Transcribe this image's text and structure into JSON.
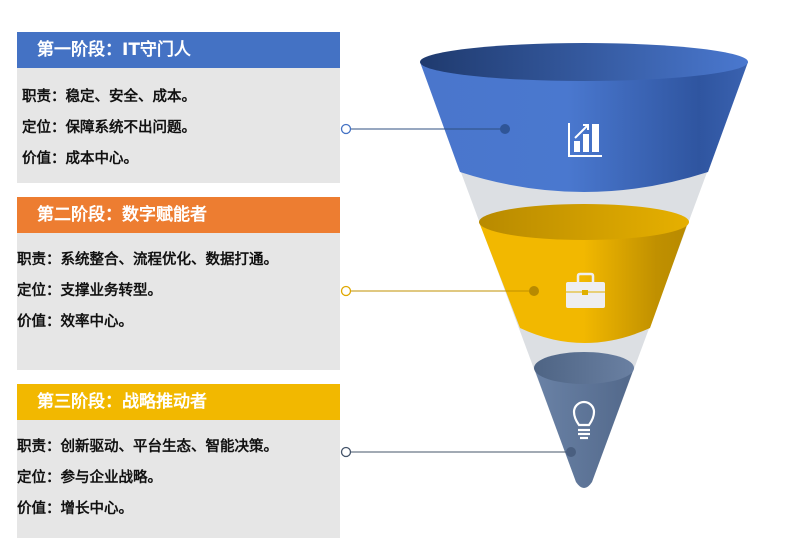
{
  "stages": [
    {
      "title": "第一阶段：IT守门人",
      "lines": [
        "职责：稳定、安全、成本。",
        "定位：保障系统不出问题。",
        "价值：成本中心。"
      ],
      "color": "#4472c4",
      "icon": "bar-chart-growth-icon"
    },
    {
      "title": "第二阶段：数字赋能者",
      "lines": [
        "职责：系统整合、流程优化、数据打通。",
        "定位：支撑业务转型。",
        "价值：效率中心。"
      ],
      "color": "#ed7d31",
      "icon": "briefcase-icon"
    },
    {
      "title": "第三阶段：战略推动者",
      "lines": [
        "职责：创新驱动、平台生态、智能决策。",
        "定位：参与企业战略。",
        "价值：增长中心。"
      ],
      "color": "#f2b800",
      "icon": "lightbulb-icon"
    }
  ]
}
